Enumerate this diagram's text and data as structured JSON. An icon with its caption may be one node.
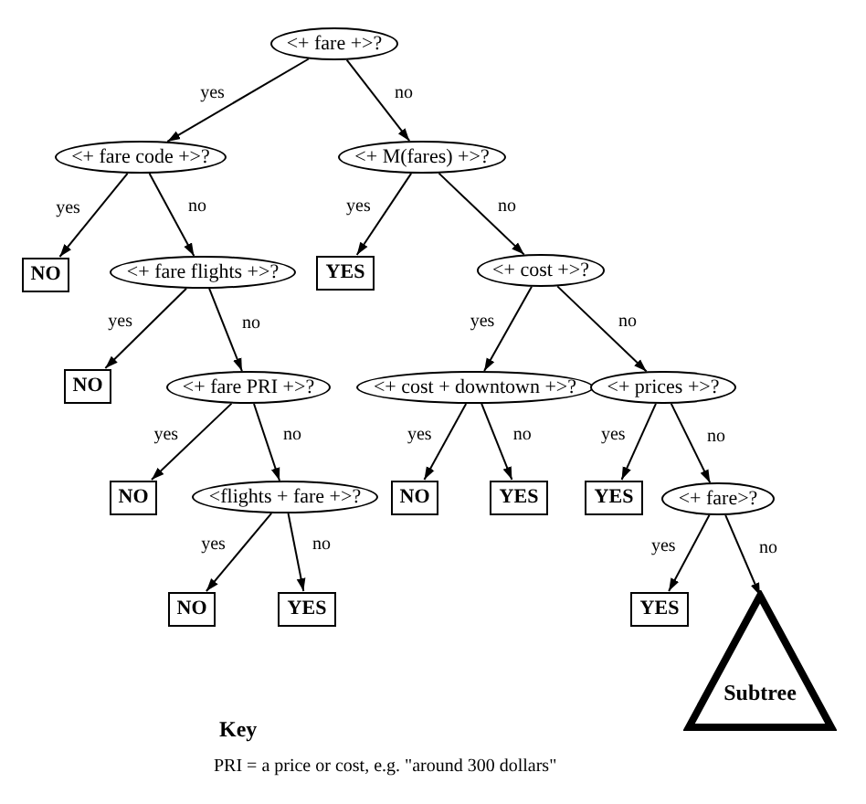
{
  "diagram": {
    "nodes": [
      {
        "text": [
          "<+ fare +>?"
        ]
      },
      {
        "text": [
          "<+ fare code +>?"
        ]
      },
      {
        "text": [
          "<+ M(fares) +>?"
        ]
      },
      {
        "text": [
          "NO"
        ]
      },
      {
        "text": [
          "<+ fare flights +>?"
        ]
      },
      {
        "text": [
          "YES"
        ]
      },
      {
        "text": [
          "<+ cost +>?"
        ]
      },
      {
        "text": [
          "NO"
        ]
      },
      {
        "text": [
          "<+ fare PRI +>?"
        ]
      },
      {
        "text": [
          "<+ cost + downtown +>?"
        ]
      },
      {
        "text": [
          "<+ prices +>?"
        ]
      },
      {
        "text": [
          "NO"
        ]
      },
      {
        "text": [
          "<flights + fare +>?"
        ]
      },
      {
        "text": [
          "NO"
        ]
      },
      {
        "text": [
          "YES"
        ]
      },
      {
        "text": [
          "YES"
        ]
      },
      {
        "text": [
          "<+ fare>?"
        ]
      },
      {
        "text": [
          "NO"
        ]
      },
      {
        "text": [
          "YES"
        ]
      },
      {
        "text": [
          "YES"
        ]
      },
      {
        "text": [
          "Subtree"
        ]
      }
    ],
    "edges": [
      {
        "from": 0,
        "to": 1,
        "arrow": "to",
        "label": "yes"
      },
      {
        "from": 0,
        "to": 2,
        "arrow": "to",
        "label": "no"
      },
      {
        "from": 1,
        "to": 3,
        "arrow": "to",
        "label": "yes"
      },
      {
        "from": 1,
        "to": 4,
        "arrow": "to",
        "label": "no"
      },
      {
        "from": 2,
        "to": 5,
        "arrow": "to",
        "label": "yes"
      },
      {
        "from": 2,
        "to": 6,
        "arrow": "to",
        "label": "no"
      },
      {
        "from": 4,
        "to": 7,
        "arrow": "to",
        "label": "yes"
      },
      {
        "from": 4,
        "to": 8,
        "arrow": "to",
        "label": "no"
      },
      {
        "from": 6,
        "to": 9,
        "arrow": "to",
        "label": "yes"
      },
      {
        "from": 6,
        "to": 10,
        "arrow": "to",
        "label": "no"
      },
      {
        "from": 8,
        "to": 11,
        "arrow": "to",
        "label": "yes"
      },
      {
        "from": 8,
        "to": 12,
        "arrow": "to",
        "label": "no"
      },
      {
        "from": 9,
        "to": 13,
        "arrow": "to",
        "label": "yes"
      },
      {
        "from": 9,
        "to": 14,
        "arrow": "to",
        "label": "no"
      },
      {
        "from": 10,
        "to": 15,
        "arrow": "to",
        "label": "yes"
      },
      {
        "from": 10,
        "to": 16,
        "arrow": "to",
        "label": "no"
      },
      {
        "from": 12,
        "to": 17,
        "arrow": "to",
        "label": "yes"
      },
      {
        "from": 12,
        "to": 18,
        "arrow": "to",
        "label": "no"
      },
      {
        "from": 16,
        "to": 19,
        "arrow": "to",
        "label": "yes"
      },
      {
        "from": 16,
        "to": 20,
        "arrow": "to",
        "label": "no"
      }
    ],
    "labels": [
      "Key",
      "PRI = a price or cost, e.g. \"around 300 dollars\""
    ]
  }
}
